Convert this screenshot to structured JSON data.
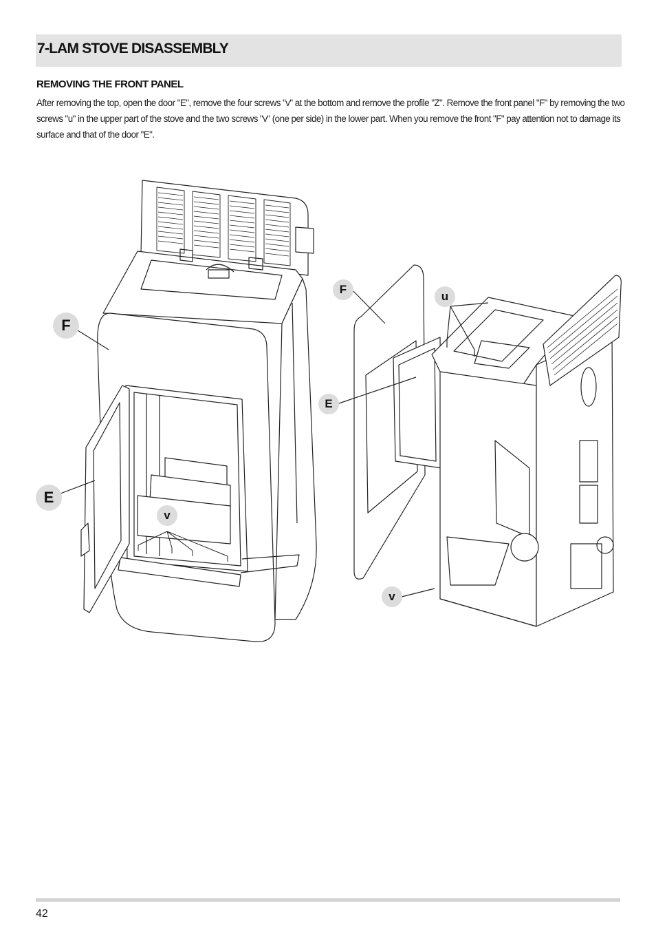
{
  "header": {
    "title": "7-LAM STOVE DISASSEMBLY"
  },
  "section": {
    "subtitle": "REMOVING THE FRONT PANEL",
    "body": "After removing the top, open the door \"E\", remove the four screws \"v\" at the bottom and remove the profile \"Z\". Remove the front panel \"F\" by removing the two screws \"u\" in the upper part of the stove and the two screws \"v\" (one per side) in the lower part. When you remove the front \"F\" pay attention not to damage its surface and that of the door \"E\"."
  },
  "figure": {
    "callouts": {
      "left_f": "F",
      "left_e": "E",
      "left_v": "v",
      "right_f": "F",
      "right_u": "u",
      "right_e": "E",
      "right_v": "v"
    }
  },
  "footer": {
    "page_number": "42"
  }
}
